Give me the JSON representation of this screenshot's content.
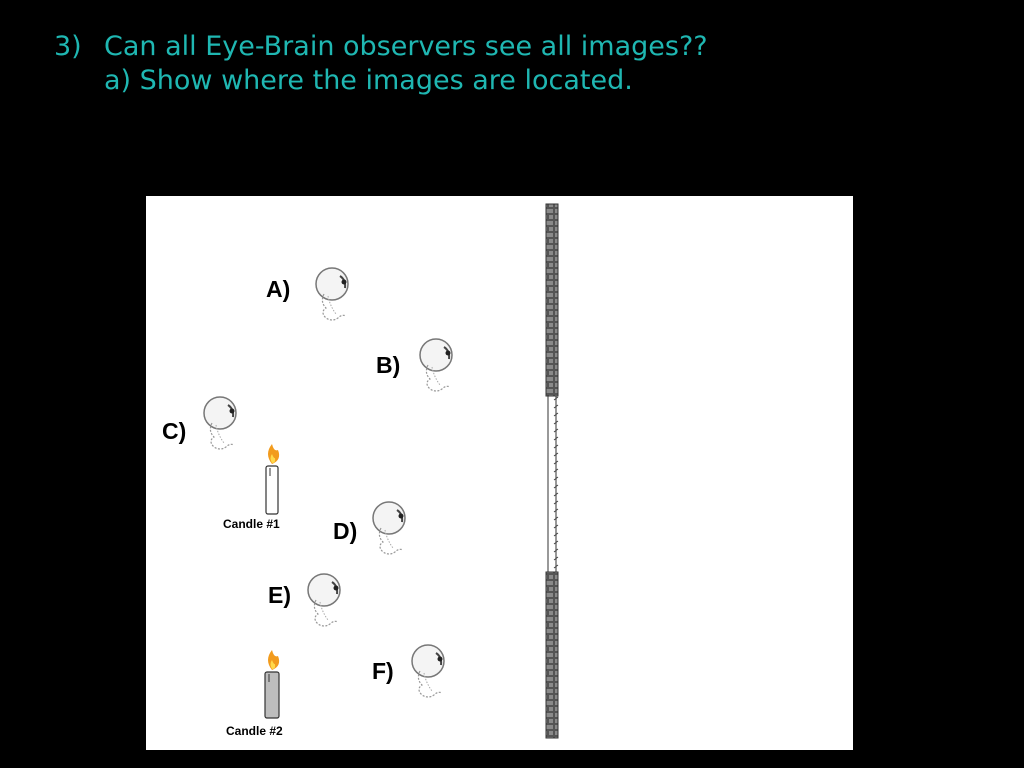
{
  "title": {
    "number": "3)",
    "line1": "Can all Eye-Brain observers see all images??",
    "line2": "a) Show where the images are located."
  },
  "diagram": {
    "observers": [
      {
        "label": "A)"
      },
      {
        "label": "B)"
      },
      {
        "label": "C)"
      },
      {
        "label": "D)"
      },
      {
        "label": "E)"
      },
      {
        "label": "F)"
      }
    ],
    "candles": [
      {
        "caption": "Candle #1"
      },
      {
        "caption": "Candle #2"
      }
    ]
  },
  "colors": {
    "title": "#1fb7b2",
    "background": "#000000",
    "panel": "#ffffff",
    "wall": "#555555",
    "flame": "#f29b1d"
  }
}
